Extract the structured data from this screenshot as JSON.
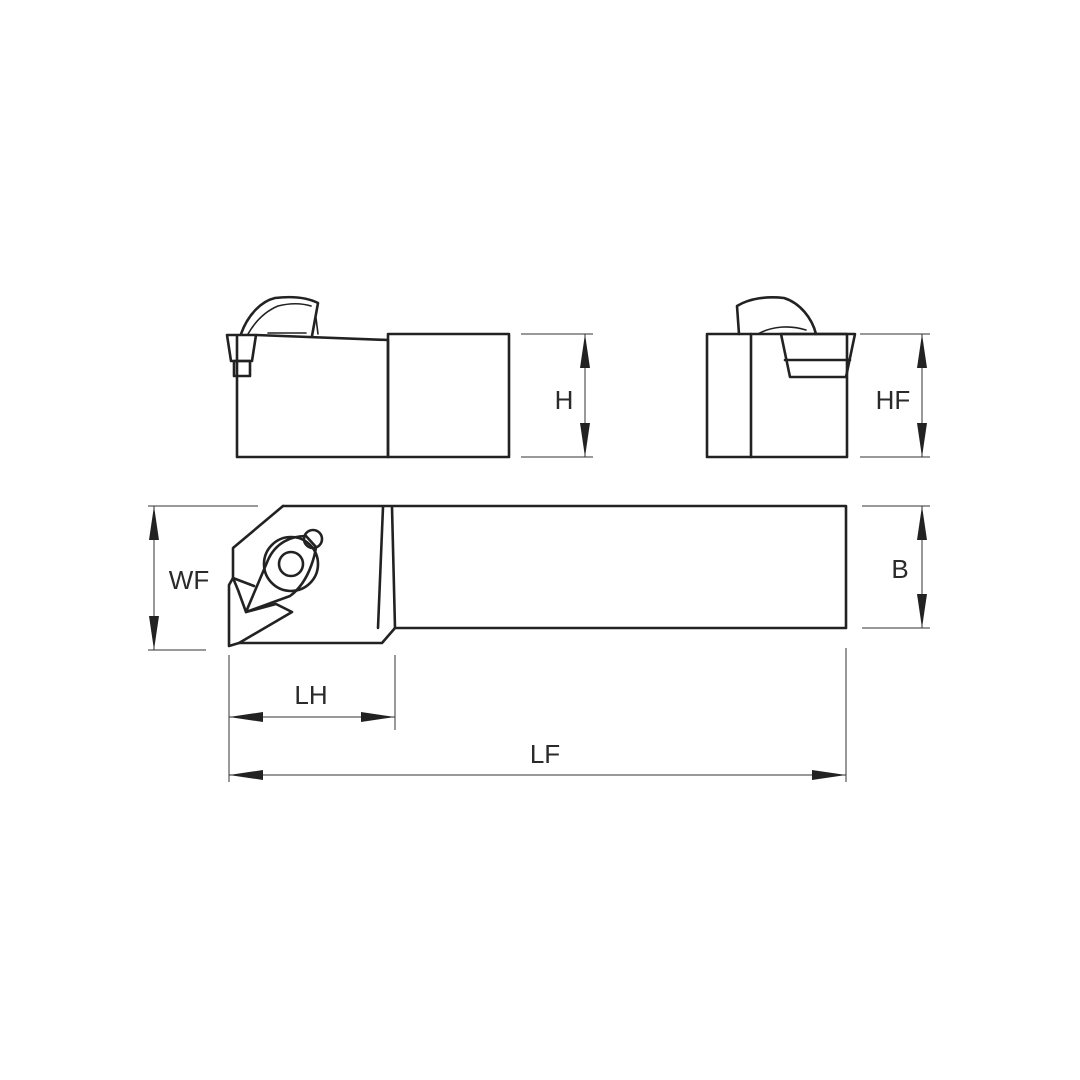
{
  "labels": {
    "H": "H",
    "HF": "HF",
    "WF": "WF",
    "B": "B",
    "LH": "LH",
    "LF": "LF"
  },
  "colors": {
    "line": "#222222",
    "background": "#ffffff"
  }
}
